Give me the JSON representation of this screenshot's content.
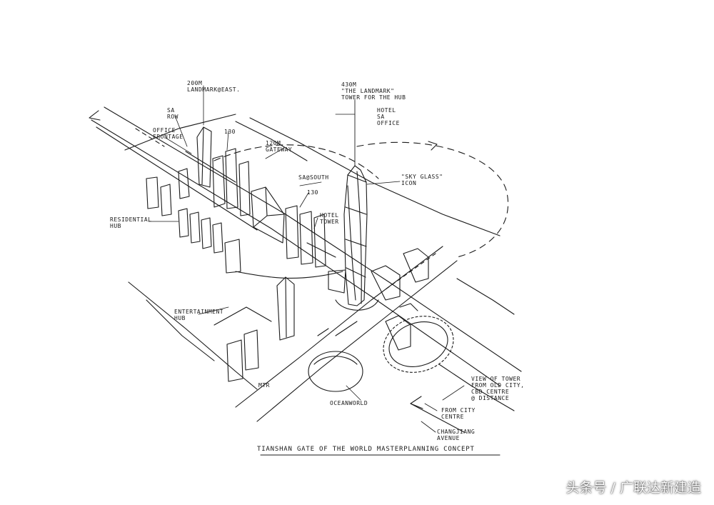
{
  "labels": {
    "landmark_east": "200M\nLANDMARK@EAST.",
    "sa_row": "SA\nROW",
    "office_frontage": "OFFICE\nFRONTAGE",
    "h130_left": "130",
    "gateway": "120M\nGATEWAY",
    "landmark_tower": "430M\n\"THE LANDMARK\"\nTOWER FOR THE HUB",
    "tower_program": "HOTEL\nSA\nOFFICE",
    "sky_glass_icon": "\"SKY GLASS\"\nICON",
    "sa_south": "SA@SOUTH",
    "h130_right": "130",
    "hotel_tower": "HOTEL\nTOWER",
    "residential_hub": "RESIDENTIAL\nHUB",
    "entertainment_hub": "ENTERTAINMENT\nHUB",
    "mtr": "MTR",
    "ocean_world": "OCEANWORLD",
    "view_of_tower": "VIEW OF TOWER\nFROM OLD CITY,\nCBD CENTRE\n@ DISTANCE",
    "from_city_centre": "FROM CITY\nCENTRE",
    "changjiang_avenue": "CHANGJIANG\nAVENUE"
  },
  "caption": "TIANSHAN GATE OF THE WORLD MASTERPLANNING CONCEPT",
  "watermark": "头条号 / 广联达新建造",
  "colors": {
    "ink": "#1a1a1a",
    "paper": "#ffffff"
  }
}
